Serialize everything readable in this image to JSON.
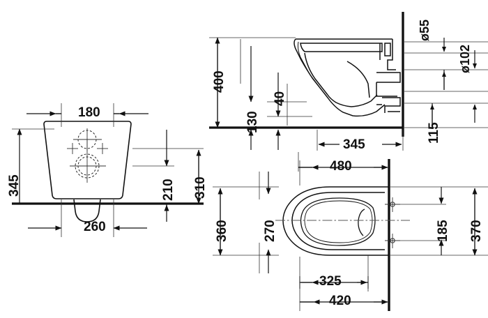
{
  "drawing": {
    "title": "Wall-hung toilet dimensional drawing",
    "units": "mm",
    "line_color": "#111111",
    "thin_color": "#333333",
    "center_color": "#555555"
  },
  "views": {
    "front": {
      "name": "front-elevation",
      "dimensions": {
        "width_top": "180",
        "height_total": "345",
        "width_bottom": "260",
        "height_inner": "210",
        "height_outer": "310"
      }
    },
    "side": {
      "name": "side-section",
      "dimensions": {
        "height_rim": "400",
        "height_low": "130",
        "height_40": "40",
        "depth_345": "345",
        "offset_115": "115",
        "outlet_small": "ø55",
        "outlet_large": "ø102"
      }
    },
    "plan": {
      "name": "plan-view",
      "dimensions": {
        "depth_total": "480",
        "depth_420": "420",
        "depth_325": "325",
        "width_total": "370",
        "width_360": "360",
        "width_270": "270",
        "width_185": "185"
      }
    }
  },
  "labels": {
    "d180": "180",
    "d345a": "345",
    "d260": "260",
    "d210": "210",
    "d310": "310",
    "d400": "400",
    "d130": "130",
    "d40": "40",
    "d345b": "345",
    "d115": "115",
    "d55": "ø55",
    "d102": "ø102",
    "d480": "480",
    "d420": "420",
    "d325": "325",
    "d370": "370",
    "d360": "360",
    "d270": "270",
    "d185": "185"
  }
}
